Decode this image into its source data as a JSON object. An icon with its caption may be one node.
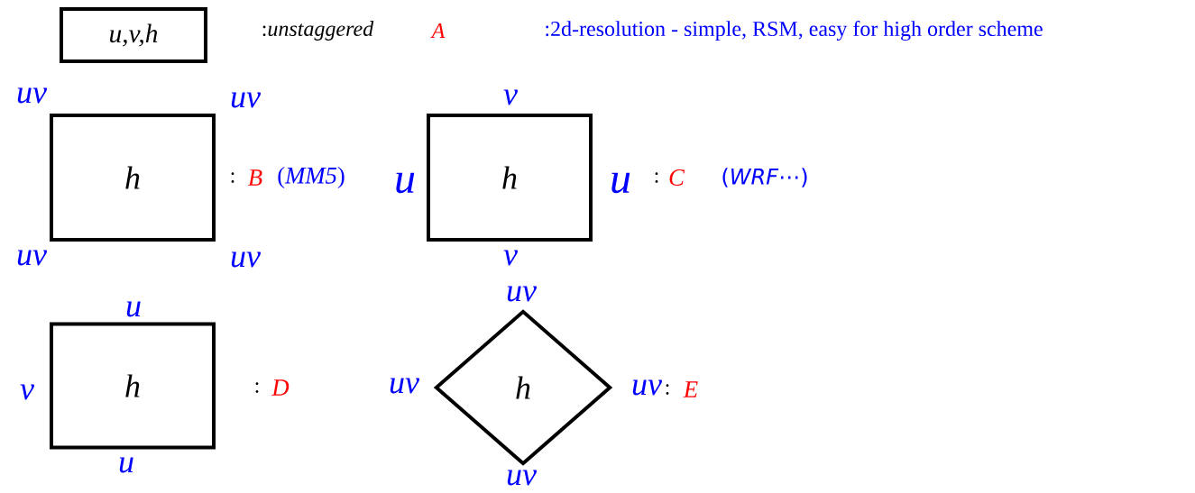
{
  "diagram": {
    "nodes": [
      {
        "text": [
          "u,v,h"
        ]
      },
      {
        "text": [
          "h"
        ]
      },
      {
        "text": [
          "h"
        ]
      },
      {
        "text": [
          "h"
        ]
      },
      {
        "text": [
          "h"
        ]
      }
    ],
    "labels": [
      ":*unstaggered*",
      "A",
      ":2d-resolution - simple, RSM, easy for high order scheme",
      "uv",
      "uv",
      "v",
      ":",
      "B",
      "(*MM5*)",
      "u",
      "u",
      ":",
      "C",
      "(*WRF*⋯)",
      "uv",
      "uv",
      "v",
      "u",
      "uv",
      "v",
      ":",
      "D",
      "uv",
      "uv",
      ":",
      "E",
      "u",
      "uv"
    ]
  }
}
